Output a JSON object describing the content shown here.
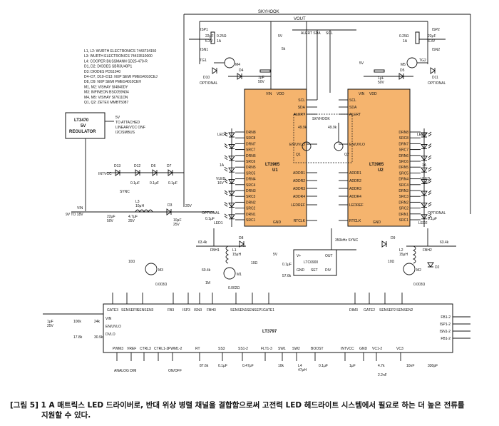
{
  "caption": {
    "line1": "[그림 5] 1 A 매트릭스 LED 드라이버로, 반대 위상 병렬 채널을 결합함으로써 고전력 LED 헤드라이트 시스템에서 필요로 하는 더 높은 전류를",
    "line2": "지원할 수 있다."
  },
  "notes": [
    "L1, L2: WURTH ELECTRONICS 7443734150",
    "L3: WURTH ELECTRONICS 74433510000",
    "L4: COOPER BUSSMANN SD25-470-R",
    "D1, D2: DIODES SBR3U40P1",
    "D3: DIODES PDS1040",
    "D4–D7, D10–D13: NXP SEMI PMEG4010CEJ",
    "D8, D9: NXP SEMI PMEG4010CEH",
    "M1, M2: VISHAY SI4840DY",
    "M3: INFINEON BSC059N04",
    "M4, M5: VISHAY SI7611DN",
    "Q1, Q2: ZETEX MMBT5087"
  ],
  "chips": {
    "u1": {
      "name": "LT3965",
      "ref": "U1"
    },
    "u2": {
      "name": "LT3965",
      "ref": "U2"
    },
    "main": {
      "name": "LT3797"
    },
    "reg": {
      "name": "LT3470",
      "sub": "5V",
      "sub2": "REGULATOR"
    },
    "osc": {
      "name": "LTC6900"
    }
  },
  "u1_left_pins": [
    "DRN8",
    "SRC8",
    "DRN7",
    "SRC7",
    "DRN6",
    "SRC6",
    "DRN5",
    "SRC5",
    "DRN4",
    "SRC4",
    "DRN3",
    "SRC3",
    "DRN2",
    "SRC2",
    "DRN1",
    "SRC1"
  ],
  "u1_right_pins": [
    "SCL",
    "SDA",
    "ALERT",
    "EN/UVLO",
    "ADDR1",
    "ADDR2",
    "ADDR3",
    "ADDR4",
    "LEDREF",
    "RTCLK"
  ],
  "u2_left_pins": [
    "SCL",
    "SDA",
    "ALERT",
    "EN/UVLO",
    "ADDR1",
    "ADDR2",
    "ADDR3",
    "ADDR4",
    "LEDREF",
    "RTCLK"
  ],
  "u2_right_pins": [
    "DRN8",
    "SRC8",
    "DRN7",
    "SRC7",
    "DRN6",
    "SRC6",
    "DRN5",
    "SRC5",
    "DRN4",
    "SRC4",
    "DRN3",
    "SRC3",
    "DRN2",
    "SRC2",
    "DRN1",
    "SRC1"
  ],
  "chip_top_pins": {
    "vin": "VIN",
    "vdd": "VDD",
    "gnd": "GND"
  },
  "main_top_pins": [
    "GATE3",
    "SENSEP3",
    "SENSEN3",
    "FB3",
    "ISP3",
    "ISN3",
    "FBH3",
    "SENSEN1",
    "SENSEP1",
    "GATE1",
    "DIM3",
    "GATE2",
    "SENSEP2",
    "SENSEN2"
  ],
  "main_bottom_pins": [
    "PWM3",
    "VREF",
    "CTRL3",
    "CTRL1-2",
    "PWM1-2",
    "RT",
    "SS3",
    "SS1-2",
    "FLT1-3",
    "SW1",
    "SW2",
    "BOOST",
    "INTVCC",
    "GND",
    "VC1-2",
    "VC3"
  ],
  "main_left_pins": [
    "VIN",
    "EN/UVLO",
    "DVLO"
  ],
  "main_right_pins": [
    "FB1-2",
    "ISP1-2",
    "ISN1-2",
    "FB1-2"
  ],
  "osc_pins": {
    "vp": "V+",
    "out": "OUT",
    "gnd": "GND",
    "set": "SET",
    "div": "DIV"
  },
  "labels": {
    "skyhook": "SKYHOOK",
    "skyhook2": "SKYHOOK",
    "vout": "VOUT",
    "alert_sda": "ALERT SDA",
    "scl": "SCL",
    "isp1": "ISP1",
    "isp2": "ISP2",
    "isn1": "ISN1",
    "isn2": "ISN2",
    "vin_label": "VIN",
    "vin_range": "9V TO 18V",
    "to_attached": "5V",
    "to_attached2": "TO ATTACHED",
    "to_attached3": "LINEAR/VCC ONF",
    "to_attached4": "I2C/SMBUS",
    "intvcc": "INTVCC",
    "sync": "SYNC",
    "optional_l": "OPTIONAL",
    "optional_r": "OPTIONAL",
    "optional_d10": "OPTIONAL",
    "optional_d11": "OPTIONAL",
    "sync_freq": "350kHz SYNC",
    "v5": "5V",
    "v5b": "5V",
    "v20": "20V",
    "led1": "LED1",
    "led2": "LED2",
    "led1b": "LED1*",
    "led2b": "LED2*",
    "a1": "1A",
    "a2": "1A",
    "vled1": "VLED",
    "vled1v": "16V",
    "vled2": "VLED",
    "vled2v": "16V",
    "analog_dim": "ANALOG DIM",
    "onoff": "ON/OFF",
    "fbh1": "FBH1",
    "fbh2": "FBH2"
  },
  "components": {
    "l1": "L1",
    "l1v": "15μH",
    "l2": "L2",
    "l2v": "15μH",
    "l3": "L3",
    "l3v": "10μH",
    "l4": "L4",
    "l4v": "47μH",
    "m1": "M1",
    "m2": "M2",
    "m3": "M3",
    "m4": "M4",
    "m5": "M5",
    "q1": "Q1",
    "q2": "Q2",
    "d1": "D1",
    "d2": "D2",
    "d3": "D3",
    "d4": "D4",
    "d5": "D5",
    "d6": "D6",
    "d7": "D7",
    "d8": "D8",
    "d9": "D9",
    "d10": "D10",
    "d11": "D11",
    "d12": "D12",
    "d13": "D13",
    "ts1": "TG1",
    "ts2": "TG2",
    "isn1r": "0.25Ω",
    "isn1r2": "1A",
    "isn2r": "0.25Ω",
    "isn2r2": "1A",
    "cap22u": "22μF",
    "cap22v": "6.3V",
    "cap22u2": "22μF",
    "cap22v2": "6.3V",
    "cap1u": "1μF",
    "cap1uv": "50V",
    "cap1u2": "1μF",
    "cap1u2v": "50V",
    "r5k": "5k",
    "r49k": "49.9k",
    "r49k2": "49.9k",
    "r100k": "100k",
    "r17k": "17.8k",
    "r24k": "24k",
    "r30k": "30.9k",
    "r63k": "63.4k",
    "r63k2": "63.4k",
    "r60k": "60.4k",
    "r1m": "1M",
    "r10": "10Ω",
    "r10b": "10Ω",
    "r10c": "10Ω",
    "r003": "0.003Ω",
    "r002": "0.002Ω",
    "r003b": "0.003Ω",
    "r87k": "87.6k",
    "r57k": "57.6k",
    "c47u": "4.7μF",
    "c47uv": "25V",
    "c22u": "22μF",
    "c22uv": "50V",
    "c10u": "10μF",
    "c10uv": "25V",
    "c01u": "0.1μF",
    "c1u": "1μF",
    "c1uv": "25V",
    "c47n": "0.47μF",
    "c4n7": "4.7k",
    "c2n2": "2.2nF",
    "c330p": "330pF",
    "c10n": "10nF",
    "r10k": "10k"
  }
}
